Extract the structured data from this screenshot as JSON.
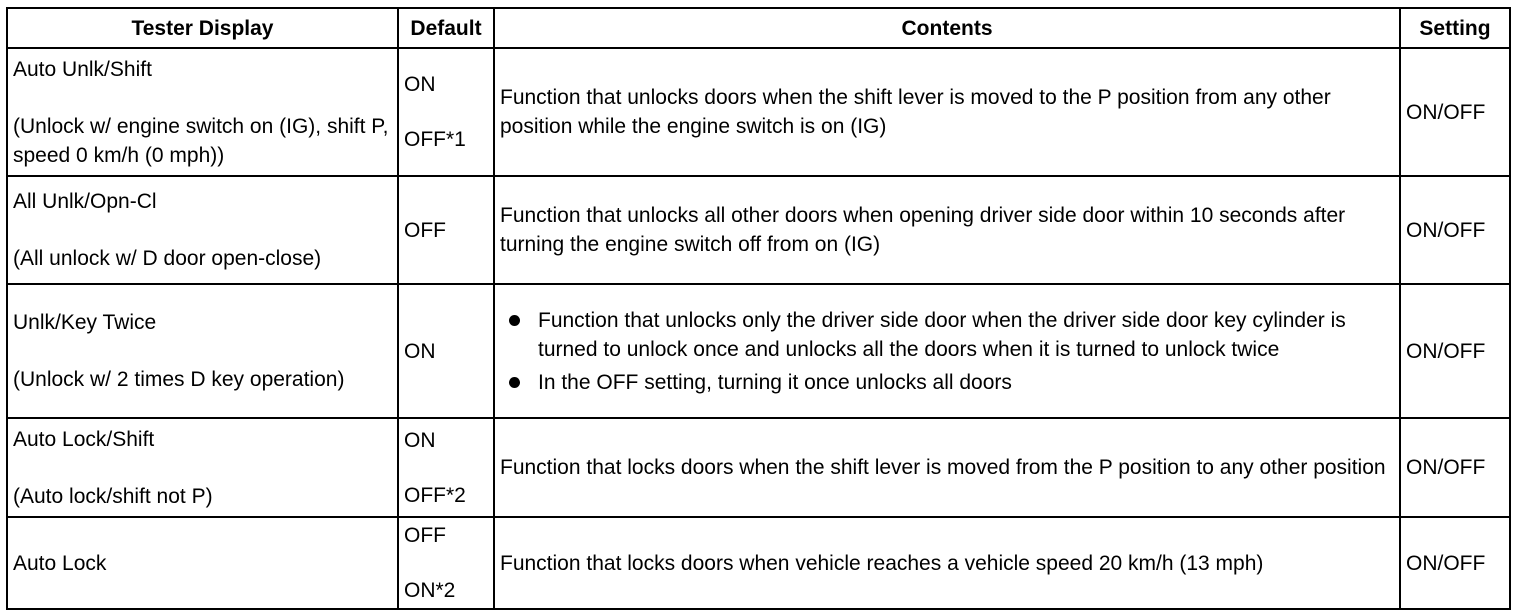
{
  "header": {
    "col1": "Tester Display",
    "col2": "Default",
    "col3": "Contents",
    "col4": "Setting"
  },
  "rows": [
    {
      "display_name": "Auto Unlk/Shift",
      "display_desc": "(Unlock w/ engine switch on (IG), shift P, speed 0 km/h (0 mph))",
      "default_a": "ON",
      "default_b": "OFF*1",
      "contents": "Function that unlocks doors when the shift lever is moved to the P position from any other position while the engine switch is on (IG)",
      "setting": "ON/OFF"
    },
    {
      "display_name": "All Unlk/Opn-Cl",
      "display_desc": "(All unlock w/ D door open-close)",
      "default_a": "OFF",
      "contents": "Function that unlocks all other doors when opening driver side door within 10 seconds after turning the engine switch off from on (IG)",
      "setting": "ON/OFF"
    },
    {
      "display_name": "Unlk/Key Twice",
      "display_desc": "(Unlock w/ 2 times D key operation)",
      "default_a": "ON",
      "bullets": [
        "Function that unlocks only the driver side door when the driver side door key cylinder is turned to unlock once and unlocks all the doors when it is turned to unlock twice",
        "In the OFF setting, turning it once unlocks all doors"
      ],
      "setting": "ON/OFF"
    },
    {
      "display_name": "Auto Lock/Shift",
      "display_desc": "(Auto lock/shift not P)",
      "default_a": "ON",
      "default_b": "OFF*2",
      "contents": "Function that locks doors when the shift lever is moved from the P position to any other position",
      "setting": "ON/OFF"
    },
    {
      "display_name": "Auto Lock",
      "default_a": "OFF",
      "default_b": "ON*2",
      "contents": "Function that locks doors when vehicle reaches a vehicle speed 20 km/h (13 mph)",
      "setting": "ON/OFF"
    }
  ]
}
